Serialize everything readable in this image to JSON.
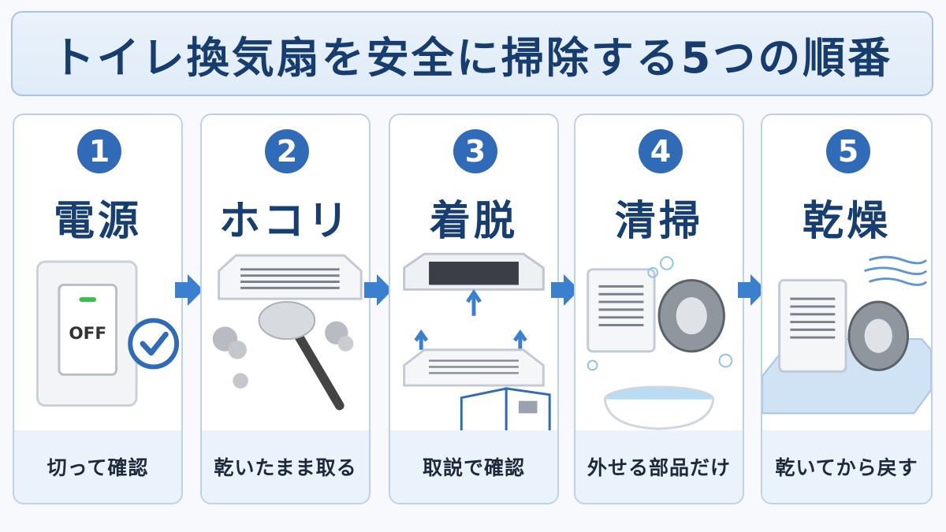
{
  "title": "トイレ換気扇を安全に掃除する5つの順番",
  "steps": [
    {
      "number": "1",
      "title": "電源",
      "caption": "切って確認",
      "illustration": "wall-switch-off-check",
      "switch_label": "OFF"
    },
    {
      "number": "2",
      "title": "ホコリ",
      "caption": "乾いたまま取る",
      "illustration": "duster-under-fan-grille"
    },
    {
      "number": "3",
      "title": "着脱",
      "caption": "取説で確認",
      "illustration": "remove-cover-with-manual"
    },
    {
      "number": "4",
      "title": "清掃",
      "caption": "外せる部品だけ",
      "illustration": "wash-parts-in-basin"
    },
    {
      "number": "5",
      "title": "乾燥",
      "caption": "乾いてから戻す",
      "illustration": "parts-drying-on-towel"
    }
  ],
  "colors": {
    "accent": "#2f6bb7",
    "title_text": "#173e70",
    "caption_band": "#eaf2fb",
    "card_border": "#bcd1ea"
  }
}
